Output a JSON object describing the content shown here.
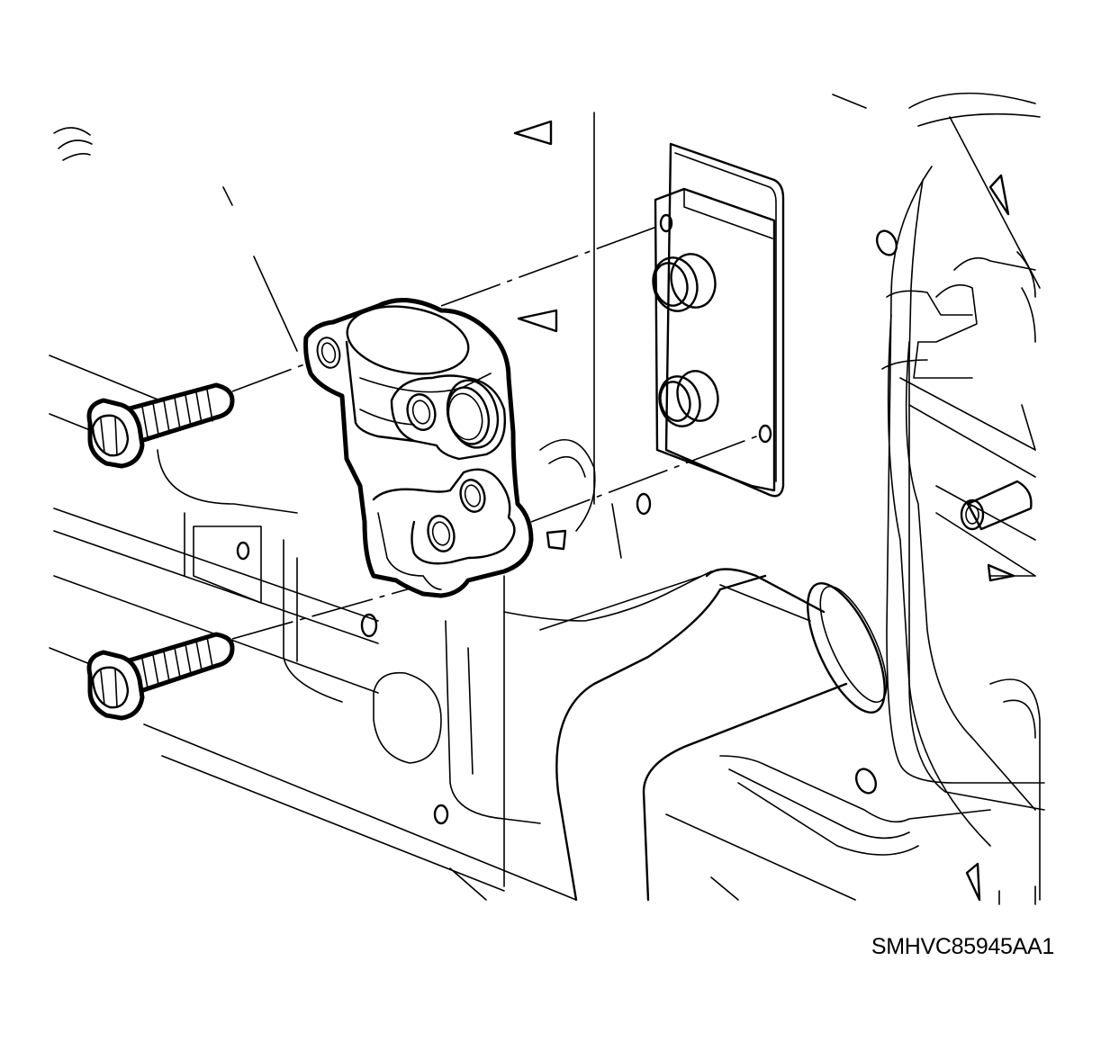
{
  "figure": {
    "id_label": "SMHVC85945AA1"
  },
  "parts": {
    "bolt_icon": "hex-flange-bolt",
    "valve_icon": "expansion-valve-block",
    "plate_icon": "mounting-plate"
  },
  "colors": {
    "line": "#000000",
    "background": "#ffffff"
  }
}
